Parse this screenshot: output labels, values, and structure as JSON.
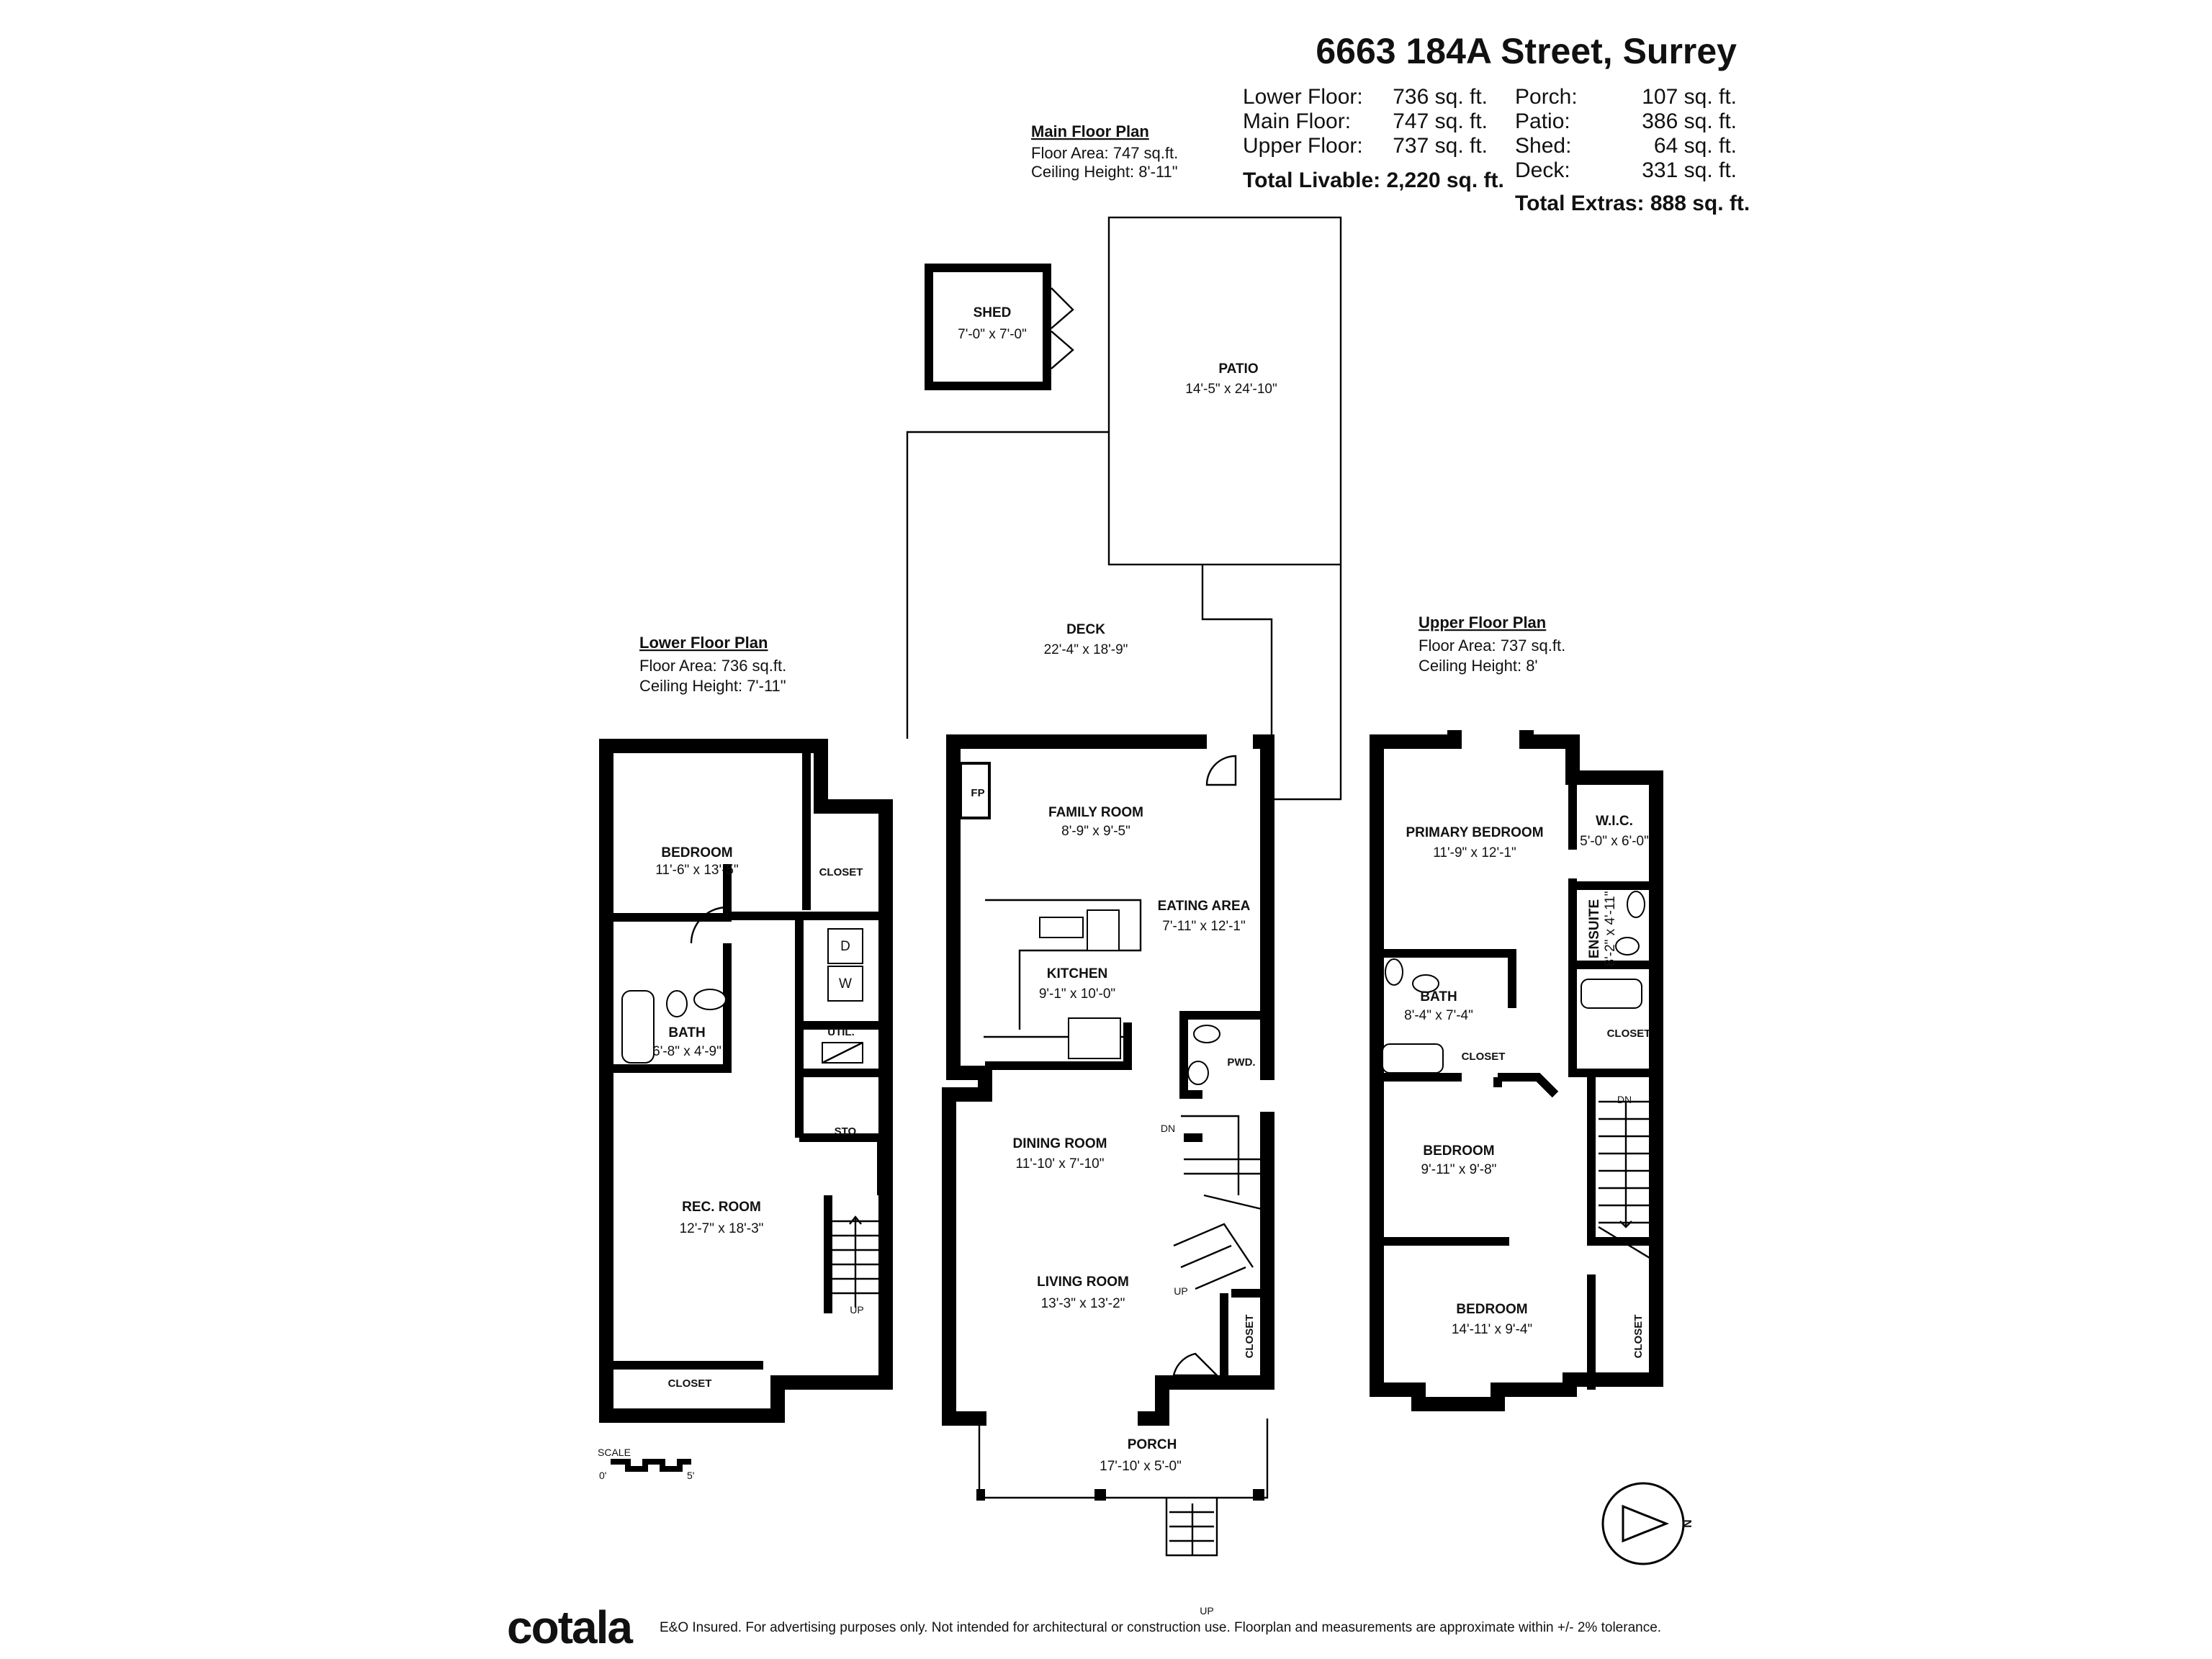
{
  "header": {
    "title": "6663 184A Street, Surrey",
    "livable": [
      {
        "label": "Lower Floor:",
        "value": "736 sq. ft."
      },
      {
        "label": "Main Floor:",
        "value": "747 sq. ft."
      },
      {
        "label": "Upper Floor:",
        "value": "737 sq. ft."
      }
    ],
    "total_livable": "Total Livable: 2,220 sq. ft.",
    "extras": [
      {
        "label": "Porch:",
        "value": "107 sq. ft."
      },
      {
        "label": "Patio:",
        "value": "386 sq. ft."
      },
      {
        "label": "Shed:",
        "value": "64 sq. ft."
      },
      {
        "label": "Deck:",
        "value": "331 sq. ft."
      }
    ],
    "total_extras": "Total Extras: 888 sq. ft."
  },
  "plans": {
    "main": {
      "title": "Main Floor Plan",
      "area": "Floor Area: 747 sq.ft.",
      "ceiling": "Ceiling Height: 8'-11\""
    },
    "lower": {
      "title": "Lower Floor Plan",
      "area": "Floor Area: 736 sq.ft.",
      "ceiling": "Ceiling Height: 7'-11\""
    },
    "upper": {
      "title": "Upper Floor Plan",
      "area": "Floor Area: 737 sq.ft.",
      "ceiling": "Ceiling Height: 8'"
    }
  },
  "lower_rooms": {
    "bedroom": {
      "name": "BEDROOM",
      "dim": "11'-6\" x 13'-5\""
    },
    "closet1": "CLOSET",
    "dryer": "D",
    "washer": "W",
    "bath": {
      "name": "BATH",
      "dim": "6'-8\" x 4'-9\""
    },
    "util": "UTIL.",
    "sto": "STO.",
    "rec": {
      "name": "REC. ROOM",
      "dim": "12'-7\" x 18'-3\""
    },
    "closet2": "CLOSET",
    "up": "UP"
  },
  "main_rooms": {
    "shed": {
      "name": "SHED",
      "dim": "7'-0\" x 7'-0\""
    },
    "patio": {
      "name": "PATIO",
      "dim": "14'-5\" x 24'-10\""
    },
    "deck": {
      "name": "DECK",
      "dim": "22'-4\" x 18'-9\""
    },
    "fp": "FP",
    "family": {
      "name": "FAMILY ROOM",
      "dim": "8'-9\" x 9'-5\""
    },
    "eating": {
      "name": "EATING AREA",
      "dim": "7'-11\" x 12'-1\""
    },
    "kitchen": {
      "name": "KITCHEN",
      "dim": "9'-1\" x 10'-0\""
    },
    "pwd": "PWD.",
    "dn": "DN",
    "dining": {
      "name": "DINING ROOM",
      "dim": "11'-10' x 7'-10\""
    },
    "living": {
      "name": "LIVING ROOM",
      "dim": "13'-3\" x 13'-2\""
    },
    "up": "UP",
    "closet": "CLOSET",
    "porch": {
      "name": "PORCH",
      "dim": "17'-10' x 5'-0\""
    },
    "porch_up": "UP"
  },
  "upper_rooms": {
    "primary": {
      "name": "PRIMARY BEDROOM",
      "dim": "11'-9\" x 12'-1\""
    },
    "wic": {
      "name": "W.I.C.",
      "dim": "5'-0\" x 6'-0\""
    },
    "ensuite": {
      "name": "ENSUITE",
      "dim": "8'-2\" x 4'-11\""
    },
    "bath": {
      "name": "BATH",
      "dim": "8'-4\" x 7'-4\""
    },
    "closet1": "CLOSET",
    "closet2": "CLOSET",
    "dn": "DN",
    "bedroom2": {
      "name": "BEDROOM",
      "dim": "9'-11\" x 9'-8\""
    },
    "bedroom3": {
      "name": "BEDROOM",
      "dim": "14'-11' x 9'-4\""
    },
    "closet3": "CLOSET"
  },
  "scale": {
    "label": "SCALE",
    "start": "0'",
    "end": "5'"
  },
  "compass": {
    "north": "N"
  },
  "footer": {
    "brand": "cotala",
    "disclaimer": "E&O Insured. For advertising purposes only. Not intended for architectural or construction use. Floorplan and measurements are approximate within +/- 2% tolerance."
  }
}
